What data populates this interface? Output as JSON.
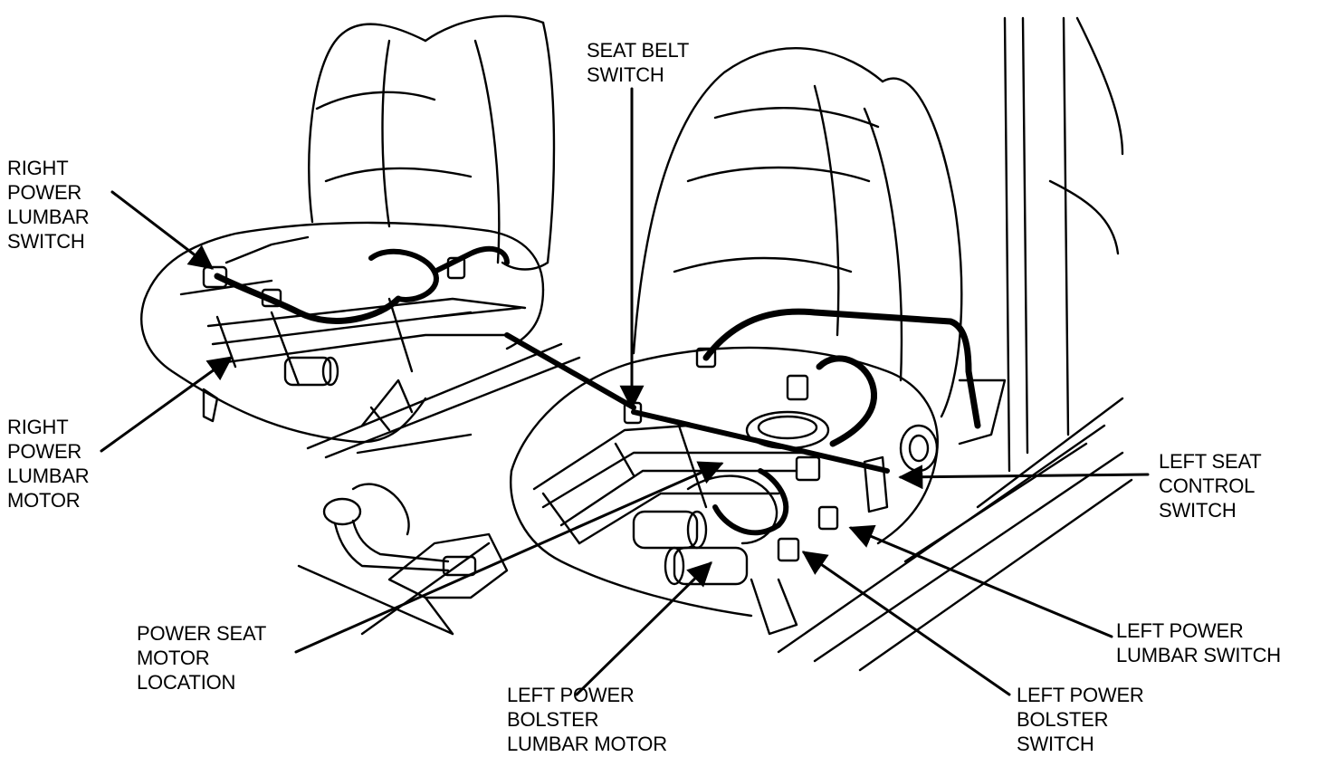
{
  "diagram": {
    "labels": {
      "right_lumbar_switch": [
        "RIGHT",
        "POWER",
        "LUMBAR",
        "SWITCH"
      ],
      "right_lumbar_motor": [
        "RIGHT",
        "POWER",
        "LUMBAR",
        "MOTOR"
      ],
      "seat_belt_switch": [
        "SEAT BELT",
        "SWITCH"
      ],
      "left_seat_control_switch": [
        "LEFT SEAT",
        "CONTROL",
        "SWITCH"
      ],
      "power_seat_motor_location": [
        "POWER SEAT",
        "MOTOR",
        "LOCATION"
      ],
      "left_power_bolster_lumbar_motor": [
        "LEFT POWER",
        "BOLSTER",
        "LUMBAR MOTOR"
      ],
      "left_power_lumbar_switch": [
        "LEFT POWER",
        "LUMBAR SWITCH"
      ],
      "left_power_bolster_switch": [
        "LEFT POWER",
        "BOLSTER",
        "SWITCH"
      ]
    },
    "colors": {
      "ink": "#000000",
      "paper": "#ffffff"
    }
  }
}
